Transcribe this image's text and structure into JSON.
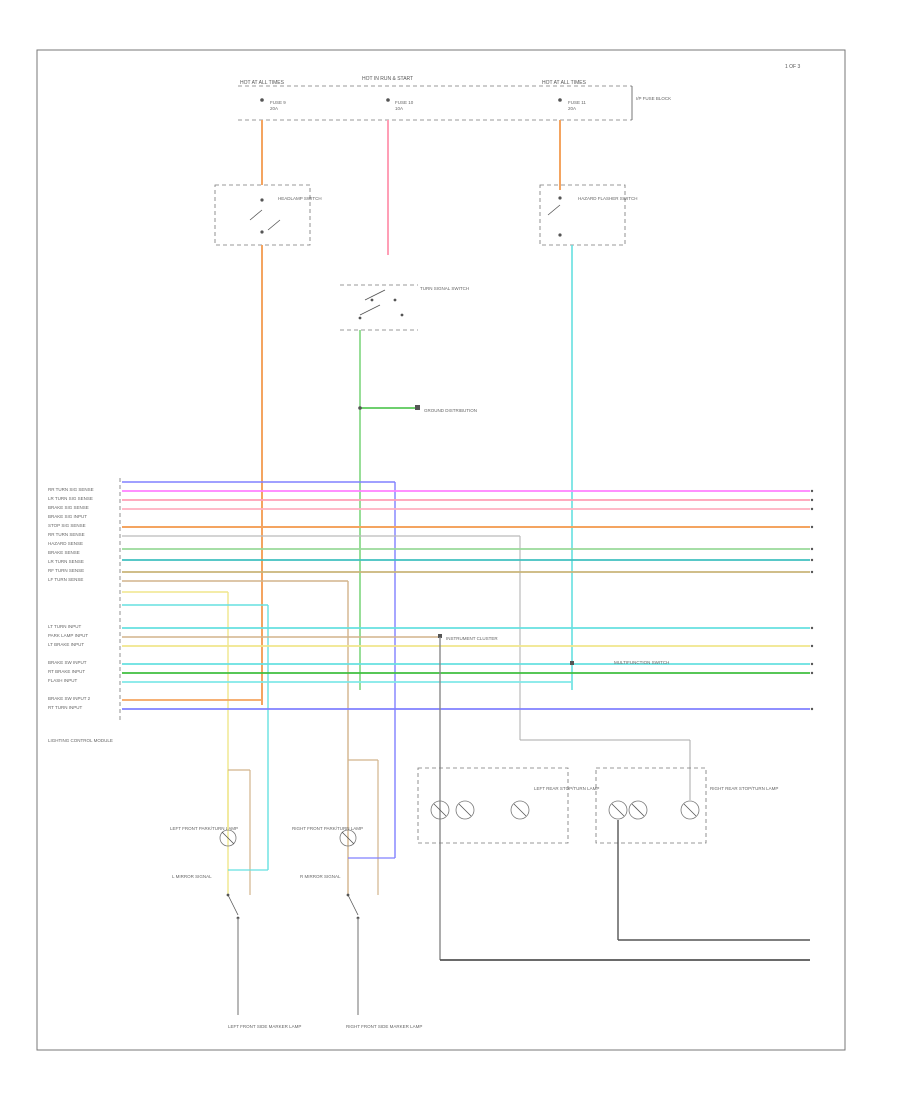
{
  "page_ref": "1 OF 3",
  "footer_code": "",
  "top": {
    "hot_label_left": "HOT AT ALL TIMES",
    "hot_label_mid": "HOT IN RUN & START",
    "hot_label_right": "HOT AT ALL TIMES",
    "fuse_left": "FUSE 9\n20A",
    "fuse_mid": "FUSE 10\n10A",
    "fuse_right": "FUSE 11\n20A",
    "fuse_panel": "I/P FUSE BLOCK"
  },
  "components": {
    "headlamp_switch": "HEADLAMP SWITCH",
    "turn_switch": "TURN SIGNAL SWITCH",
    "hazard_switch": "HAZARD FLASHER SWITCH",
    "ground_note": "GROUND DISTRIBUTION",
    "module": "LIGHTING CONTROL MODULE",
    "left_lamp": "LEFT FRONT PARK/TURN LAMP",
    "right_lamp": "RIGHT FRONT PARK/TURN LAMP",
    "left_lamp_rear": "LEFT REAR STOP/TURN LAMP",
    "right_lamp_rear": "RIGHT REAR STOP/TURN LAMP",
    "left_bottom": "LEFT FRONT SIDE MARKER LAMP",
    "right_bottom": "RIGHT FRONT SIDE MARKER LAMP",
    "mirror_left": "L MIRROR SIGNAL",
    "mirror_right": "R MIRROR SIGNAL",
    "connector_a": "INSTRUMENT CLUSTER",
    "connector_b": "MULTIFUNCTION SWITCH"
  },
  "module_pins": [
    "RR TURN SIG SENSE",
    "LR TURN SIG SENSE",
    "BRAKE SIG SENSE",
    "BRAKE SIG INPUT",
    "STOP SIG SENSE",
    "RR TURN SENSE",
    "HAZARD SENSE",
    "BRAKE SENSE",
    "LR TURN SENSE",
    "RF TURN SENSE",
    "LF TURN SENSE",
    "LT TURN INPUT",
    "PARK LAMP INPUT",
    "LT BRAKE INPUT",
    "BRAKE SW INPUT",
    "RT BRAKE INPUT",
    "FLASH INPUT",
    "BRAKE SW INPUT 2",
    "RT TURN INPUT"
  ],
  "legend_colors": {
    "orange": "#f4a460",
    "pink": "#ff9fb6",
    "magenta": "#ff80ff",
    "lt_green": "#7fd67f",
    "green": "#3fbf3f",
    "cyan": "#66e0e0",
    "dk_cyan": "#40c0c0",
    "yellow": "#f0e68c",
    "tan": "#d2b48c",
    "blue": "#8080ff",
    "black": "#555555"
  }
}
